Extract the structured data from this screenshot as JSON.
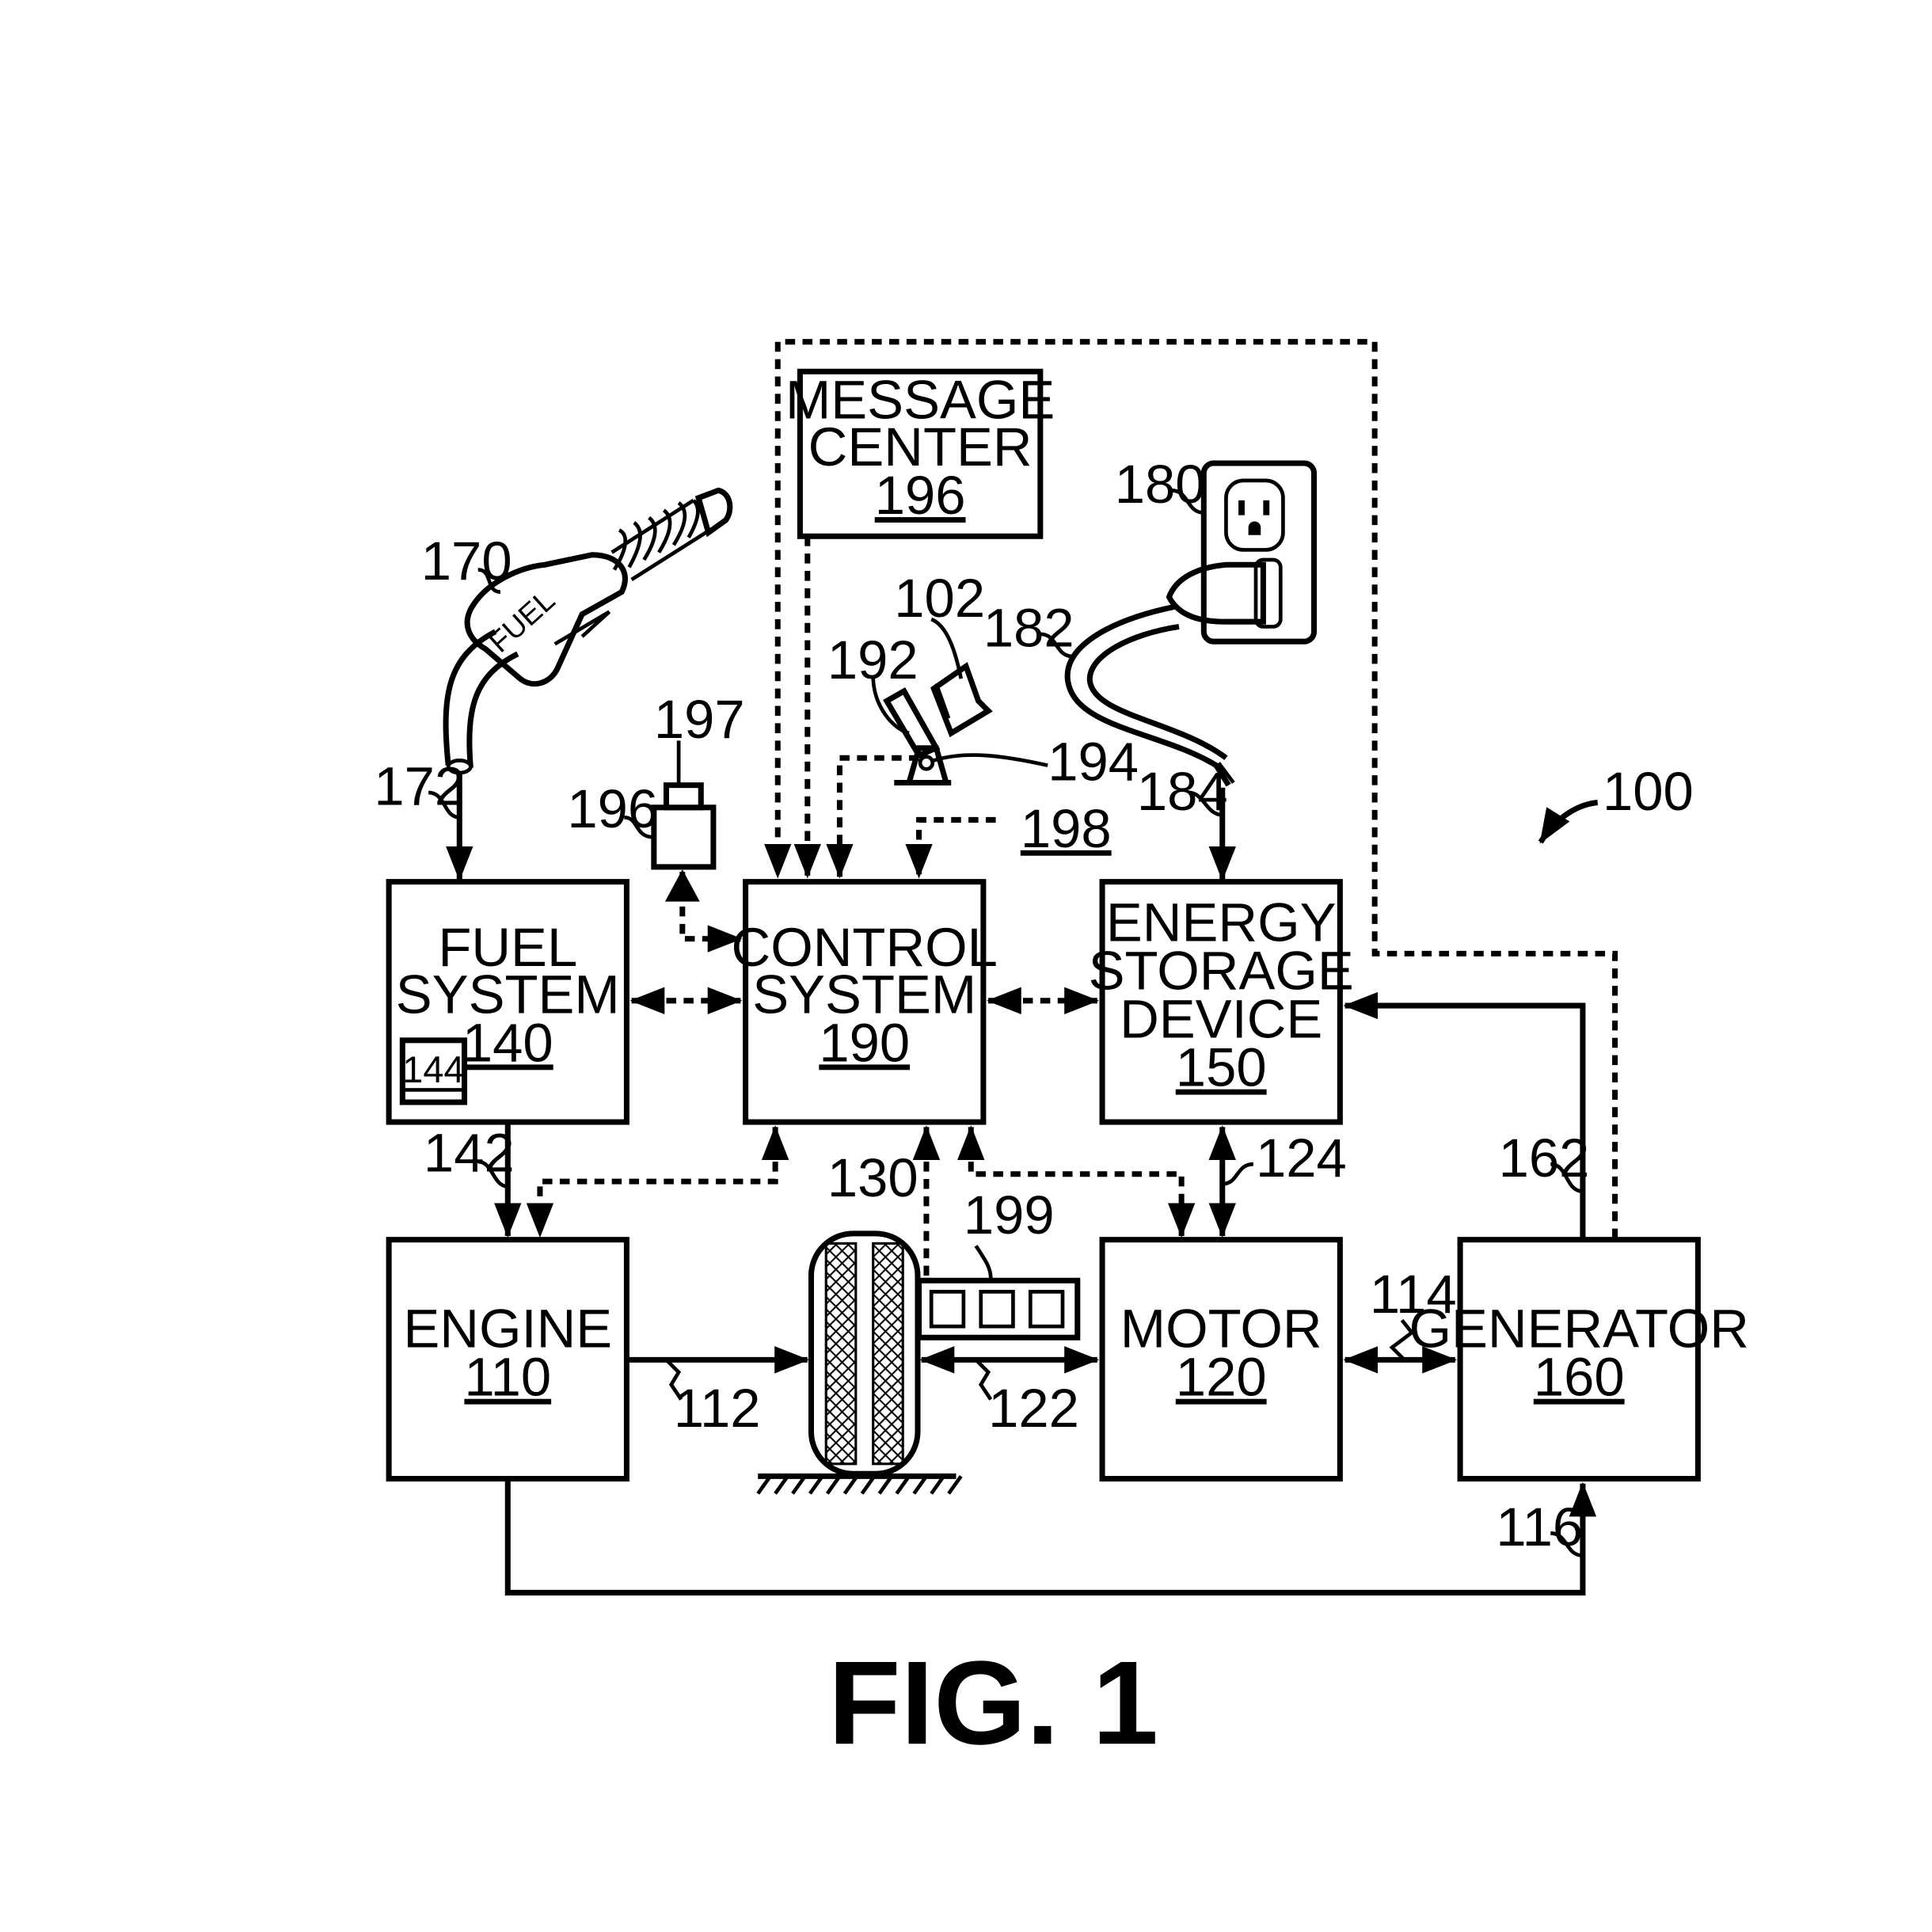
{
  "blocks": {
    "message_center": {
      "line1": "MESSAGE",
      "line2": "CENTER",
      "num": "196"
    },
    "fuel_system": {
      "line1": "FUEL",
      "line2": "SYSTEM",
      "num": "140",
      "inner": "144"
    },
    "control_system": {
      "line1": "CONTROL",
      "line2": "SYSTEM",
      "num": "190"
    },
    "energy_storage": {
      "line1": "ENERGY",
      "line2": "STORAGE",
      "line3": "DEVICE",
      "num": "150"
    },
    "engine": {
      "line1": "ENGINE",
      "num": "110"
    },
    "motor": {
      "line1": "MOTOR",
      "num": "120"
    },
    "generator": {
      "line1": "GENERATOR",
      "num": "160"
    }
  },
  "nozzle_text": "FUEL",
  "refs": {
    "r170": "170",
    "r172": "172",
    "r197": "197",
    "r196": "196",
    "r102": "102",
    "r192": "192",
    "r194": "194",
    "r198": "198",
    "r180": "180",
    "r182": "182",
    "r184": "184",
    "r100": "100",
    "r142": "142",
    "r130": "130",
    "r199": "199",
    "r124": "124",
    "r162": "162",
    "r114": "114",
    "r112": "112",
    "r122": "122",
    "r116": "116"
  },
  "figure_label": "FIG. 1"
}
